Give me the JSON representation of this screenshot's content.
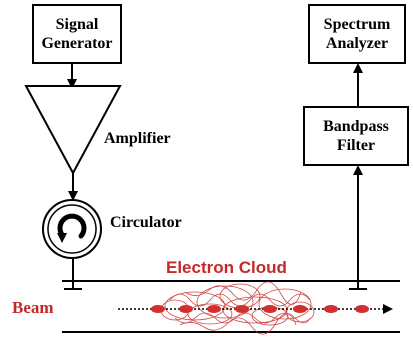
{
  "signal_generator": {
    "line1": "Signal",
    "line2": "Generator"
  },
  "spectrum_analyzer": {
    "line1": "Spectrum",
    "line2": "Analyzer"
  },
  "bandpass_filter": {
    "line1": "Bandpass",
    "line2": "Filter"
  },
  "labels": {
    "amplifier": "Amplifier",
    "circulator": "Circulator",
    "electron_cloud": "Electron Cloud",
    "beam": "Beam"
  },
  "colors": {
    "line": "#000000",
    "beam_red": "#d32f2f",
    "cloud_red": "#c62828"
  }
}
